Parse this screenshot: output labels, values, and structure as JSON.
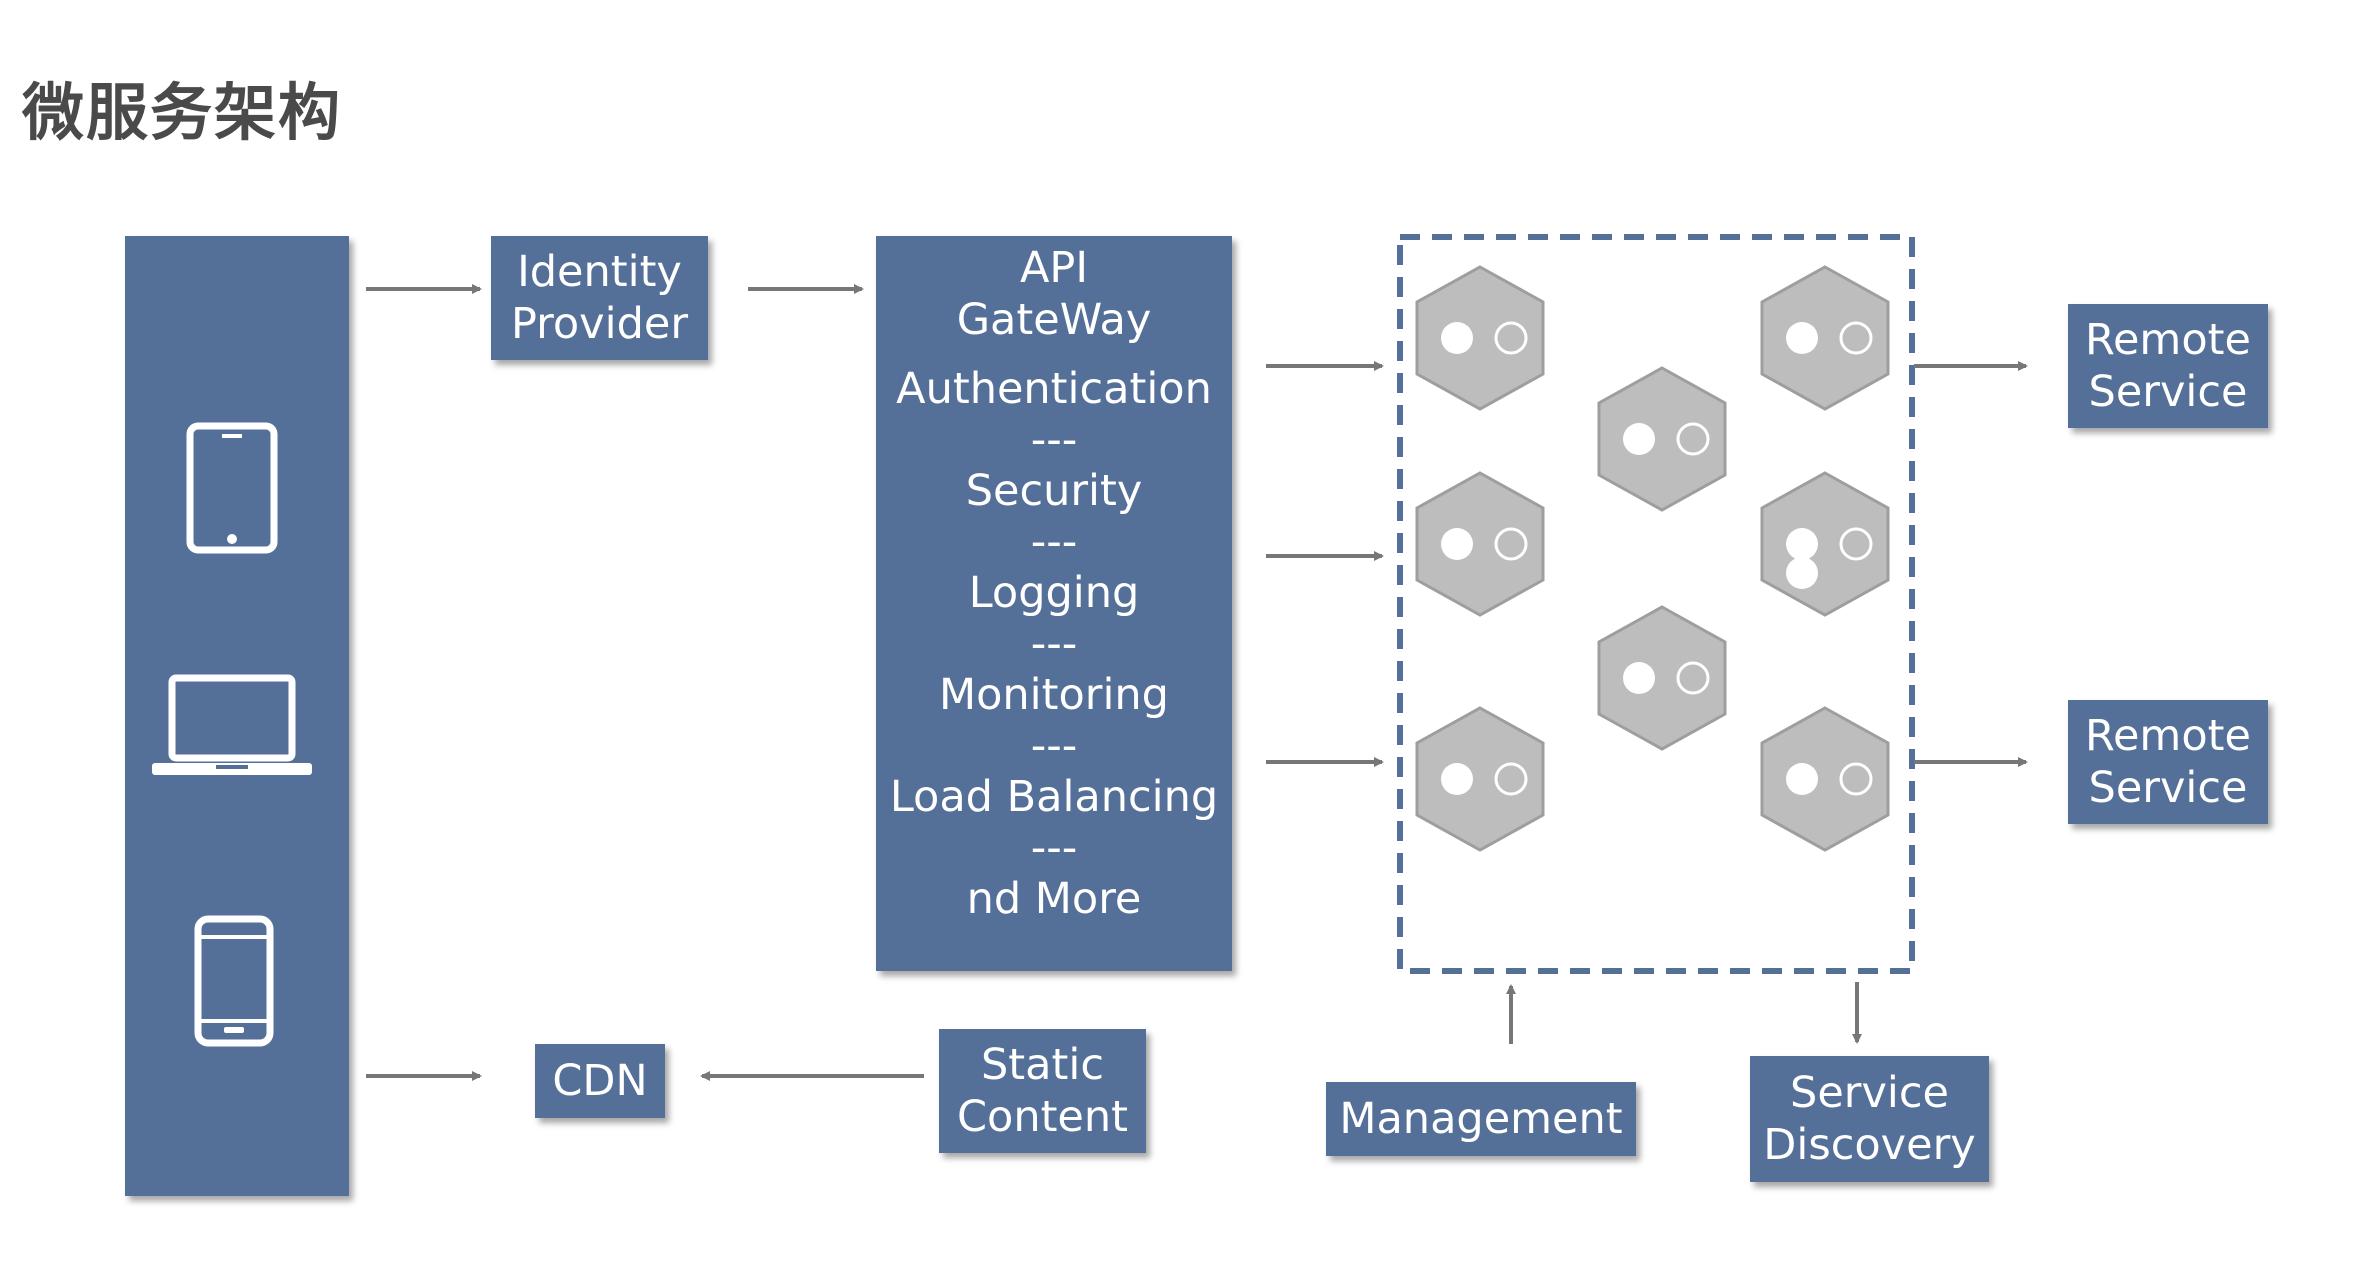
{
  "title": "微服务架构",
  "identity_provider": "Identity\nProvider",
  "api_gateway": {
    "title": "API\nGateWay",
    "features": [
      "Authentication",
      "Security",
      "Logging",
      "Monitoring",
      "Load Balancing",
      "nd More"
    ],
    "separator": "---"
  },
  "remote_service_1": "Remote\nService",
  "remote_service_2": "Remote\nService",
  "cdn": "CDN",
  "static_content": "Static\nContent",
  "management": "Management",
  "service_discovery": "Service\nDiscovery",
  "client_devices": [
    "tablet-icon",
    "laptop-icon",
    "phone-icon"
  ],
  "colors": {
    "box": "#546f98",
    "arrow": "#777777",
    "hexagon": "#bdbdbd",
    "dashed_border": "#546f98"
  }
}
